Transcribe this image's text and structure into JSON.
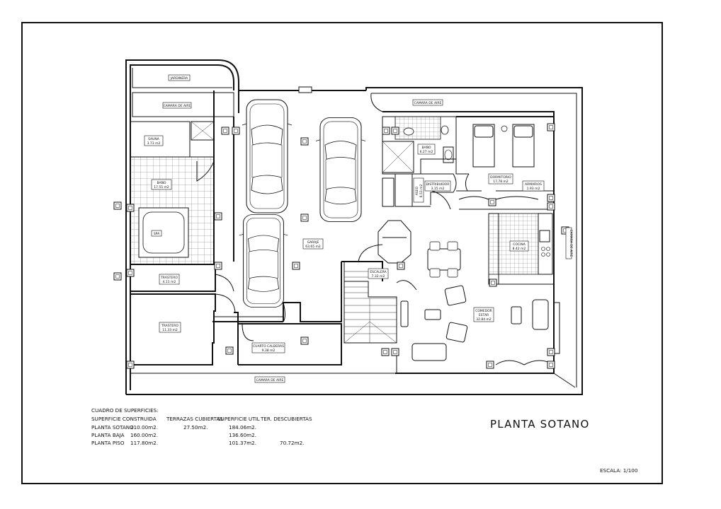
{
  "title": "PLANTA SOTANO",
  "scale": "ESCALA: 1/100",
  "rooms": {
    "jardinera": "JARDINERA",
    "camara_top_left": "CAMARA DE AIRE",
    "camara_top_right": "CAMARA DE AIRE",
    "camara_bottom": "CAMARA DE AIRE",
    "camara_right": "CAMARA DE AIRE",
    "sauna": "SAUNA",
    "sauna_area": "3.73 m2",
    "bano_big": "BAÑO",
    "bano_big_area": "17.55 m2",
    "spa": "SPA",
    "trastero1": "TRASTERO",
    "trastero1_area": "4.11 m2",
    "trastero2": "TRASTERO",
    "trastero2_area": "11.33 m2",
    "garaje": "GARAJE",
    "garaje_area": "63.65 m2",
    "cuarto_calderas": "CUARTO CALDERAS",
    "cuarto_calderas_area": "9.38 m2",
    "bano_small": "BAÑO",
    "bano_small_area": "6.27 m2",
    "distribuidor": "DISTRIBUIDOR",
    "distribuidor_area": "3.15 m2",
    "aseo": "ASEO",
    "aseo_area": "6.53 m2",
    "dormitorio": "DORMITORIO",
    "dormitorio_area": "17.78 m2",
    "armarios": "ARMARIOS",
    "armarios_area": "1.93 m2",
    "cocina": "COCINA",
    "cocina_area": "8.42 m2",
    "escalera": "ESCALERA",
    "escalera_area": "7.32 m2",
    "comedor": "COMEDOR",
    "comedor_estar": "ESTAR",
    "comedor_area": "32.84 m2"
  },
  "surfaces": {
    "heading": "CUADRO DE SUPERFICIES:",
    "col_construida": "SUPERFICIE CONSTRUIDA",
    "col_terrazas": "TERRAZAS CUBIERTAS",
    "col_util": "SUPERFICIE UTIL",
    "col_descubiertas": "TER. DESCUBIERTAS",
    "rows": [
      {
        "name": "PLANTA SOTANO",
        "construida": "210.00m2.",
        "terrazas": "27.50m2.",
        "util": "184.06m2.",
        "descubiertas": ""
      },
      {
        "name": "PLANTA BAJA",
        "construida": "160.00m2.",
        "terrazas": "",
        "util": "136.60m2.",
        "descubiertas": ""
      },
      {
        "name": "PLANTA PISO",
        "construida": "117.80m2.",
        "terrazas": "",
        "util": "101.37m2.",
        "descubiertas": "70.72m2."
      }
    ]
  }
}
